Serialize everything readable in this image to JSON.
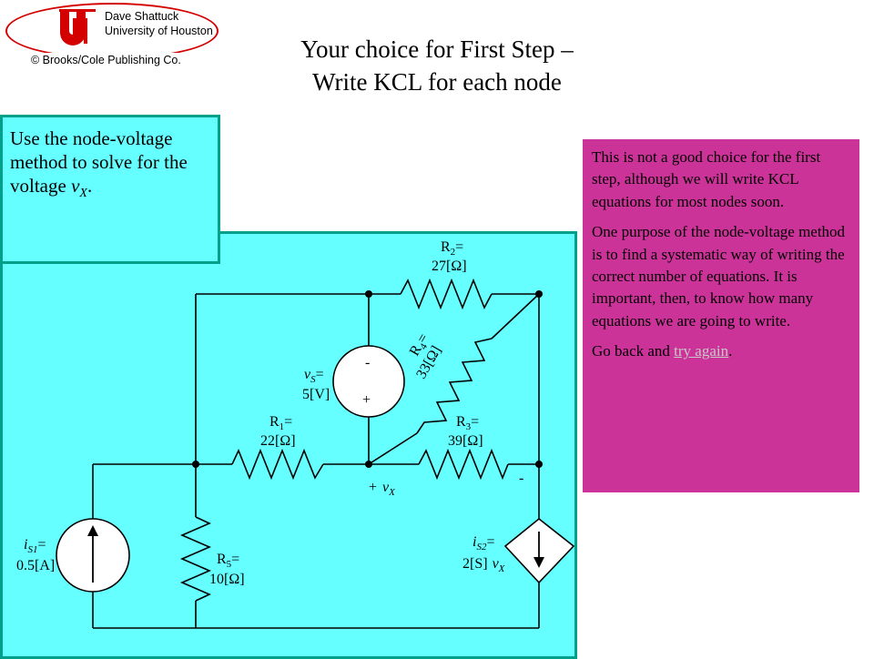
{
  "logo": {
    "line1": "Dave Shattuck",
    "line2": "University of Houston",
    "copyright": "© Brooks/Cole Publishing Co."
  },
  "title": {
    "line1": "Your choice for First Step –",
    "line2": "Write KCL for each node"
  },
  "problem": {
    "text_lead": "Use the node-voltage method to solve for the voltage ",
    "var": "v",
    "var_sub": "X",
    "tail": "."
  },
  "feedback": {
    "p1": "This is not a good choice for the first step, although we will write KCL equations for most nodes soon.",
    "p2": "One purpose of the node-voltage method is to find a systematic way of writing the correct number of equations.  It is important, then, to know how many equations we are going to write.",
    "p3_lead": "Go back and ",
    "link_text": "try again",
    "p3_tail": "."
  },
  "circuit": {
    "r2": {
      "name": "R",
      "sub": "2",
      "eq": "=",
      "value": "27[Ω]"
    },
    "r4": {
      "name": "R",
      "sub": "4",
      "eq": "=",
      "value": "33[Ω]"
    },
    "r1": {
      "name": "R",
      "sub": "1",
      "eq": "=",
      "value": "22[Ω]"
    },
    "r3": {
      "name": "R",
      "sub": "3",
      "eq": "=",
      "value": "39[Ω]"
    },
    "r5": {
      "name": "R",
      "sub": "5",
      "eq": "=",
      "value": "10[Ω]"
    },
    "vs": {
      "name": "v",
      "sub": "S",
      "eq": "=",
      "value": "5[V]",
      "minus": "-",
      "plus": "+"
    },
    "is1": {
      "name": "i",
      "sub": "S1",
      "eq": "=",
      "value": "0.5[A]"
    },
    "is2": {
      "name": "i",
      "sub": "S2",
      "eq": "=",
      "value": "2[S]",
      "var": "v",
      "var_sub": "X"
    },
    "vx": {
      "plus": "+",
      "name": "v",
      "sub": "X",
      "minus": "-"
    }
  },
  "colors": {
    "panel_fill": "#66ffff",
    "panel_border": "#00a08a",
    "feedback_fill": "#cc3399",
    "logo_red": "#d40000"
  }
}
